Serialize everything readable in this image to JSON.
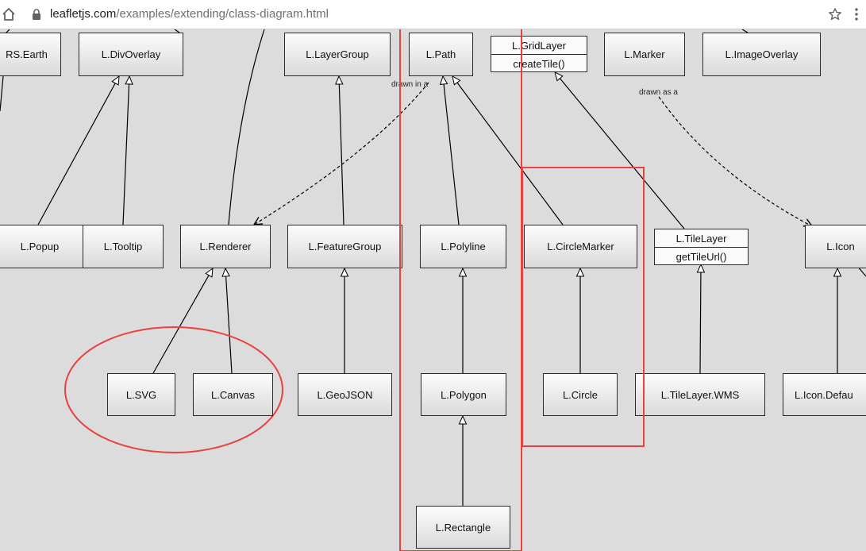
{
  "browser": {
    "url_host": "leafletjs.com",
    "url_path": "/examples/extending/class-diagram.html"
  },
  "diagram": {
    "classes": {
      "crs_earth": "RS.Earth",
      "divoverlay": "L.DivOverlay",
      "layergroup": "L.LayerGroup",
      "path": "L.Path",
      "marker": "L.Marker",
      "imageoverlay": "L.ImageOverlay",
      "popup": "L.Popup",
      "tooltip": "L.Tooltip",
      "renderer": "L.Renderer",
      "featuregroup": "L.FeatureGroup",
      "polyline": "L.Polyline",
      "circlemarker": "L.CircleMarker",
      "icon": "L.Icon",
      "svg": "L.SVG",
      "canvas": "L.Canvas",
      "geojson": "L.GeoJSON",
      "polygon": "L.Polygon",
      "circle": "L.Circle",
      "tilelayer_wms": "L.TileLayer.WMS",
      "icon_default": "L.Icon.Defau",
      "rectangle": "L.Rectangle"
    },
    "gridlayer": {
      "name": "L.GridLayer",
      "method": "createTile()"
    },
    "tilelayer": {
      "name": "L.TileLayer",
      "method": "getTileUrl()"
    },
    "edge_labels": {
      "path_renderer": "drawn in a",
      "marker_icon": "drawn as a"
    }
  },
  "annotations": {
    "highlight_color": "#e8423c"
  }
}
